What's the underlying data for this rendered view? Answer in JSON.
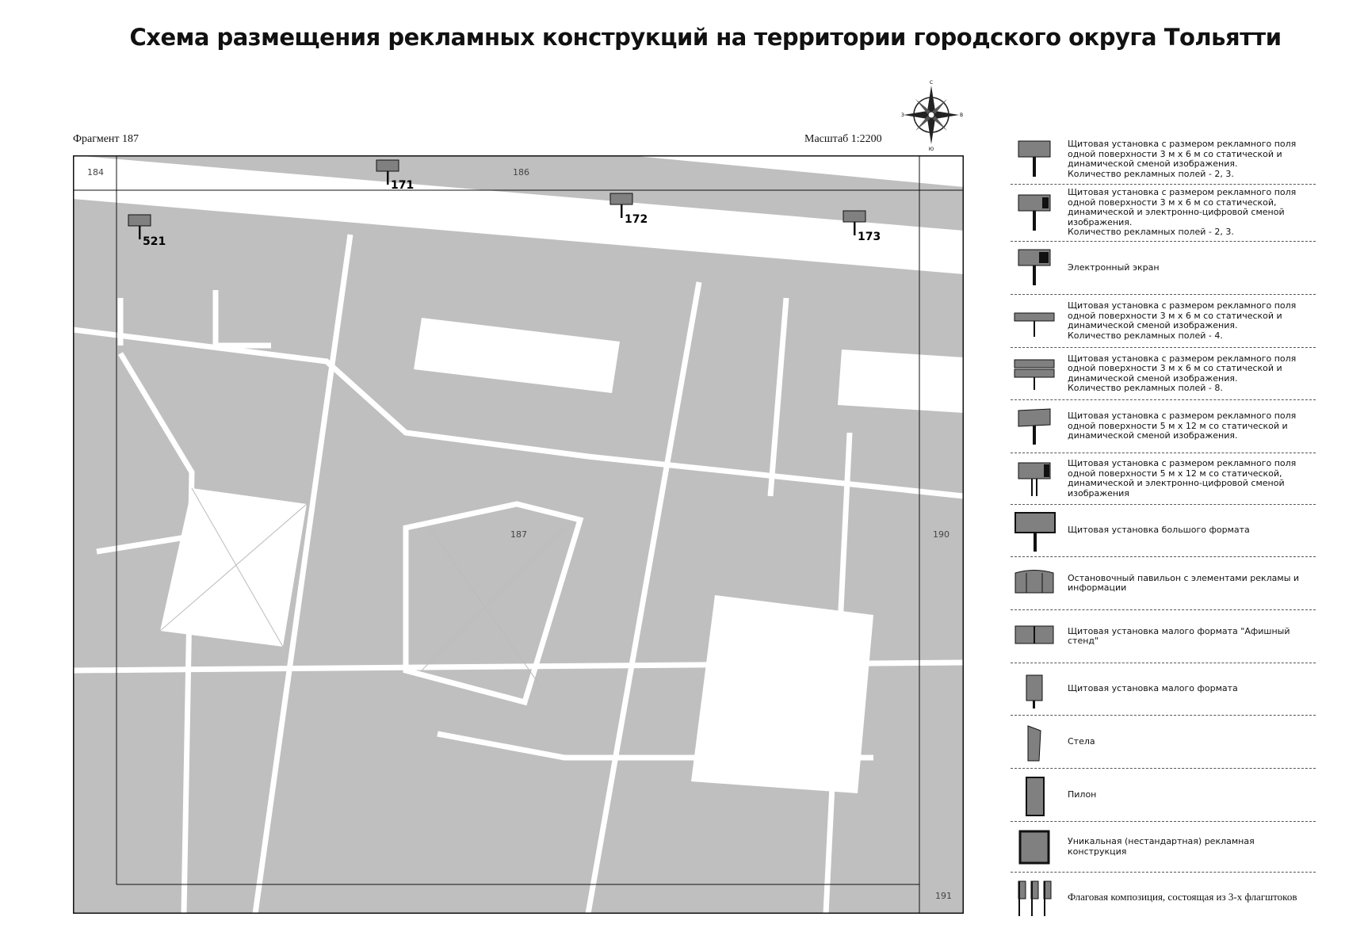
{
  "title": "Схема размещения рекламных конструкций на территории городского округа Тольятти",
  "fragment_label": "Фрагмент 187",
  "scale_label": "Масштаб 1:2200",
  "compass": {
    "n": "С",
    "s": "Ю",
    "w": "З",
    "e": "В"
  },
  "map": {
    "block_labels": [
      "184",
      "186",
      "187",
      "190",
      "191"
    ],
    "markers": [
      "521",
      "171",
      "172",
      "173"
    ],
    "colors": {
      "land": "#bfbfbf",
      "road": "#ffffff",
      "marker": "#808080"
    }
  },
  "legend": [
    {
      "icon": "billboard-static",
      "text": "Щитовая установка с размером рекламного поля одной поверхности 3 м х 6 м со статической и динамической сменой изображения.\nКоличество рекламных полей - 2, 3."
    },
    {
      "icon": "billboard-digital",
      "text": "Щитовая установка с размером рекламного поля одной поверхности 3 м х 6 м со статической, динамической и электронно-цифровой сменой изображения.\nКоличество рекламных полей - 2, 3."
    },
    {
      "icon": "electronic-screen",
      "text": "Электронный экран"
    },
    {
      "icon": "billboard-4",
      "text": "Щитовая установка с размером рекламного поля одной поверхности 3 м х 6 м со статической и динамической сменой изображения.\nКоличество рекламных полей - 4."
    },
    {
      "icon": "billboard-8",
      "text": "Щитовая установка с размером рекламного поля одной поверхности 3 м х 6 м со статической и динамической сменой изображения.\nКоличество рекламных полей - 8."
    },
    {
      "icon": "billboard-5x12",
      "text": "Щитовая установка с размером рекламного поля одной поверхности 5 м х 12 м со статической и динамической сменой изображения."
    },
    {
      "icon": "billboard-5x12-digital",
      "text": "Щитовая установка с размером рекламного поля одной поверхности 5 м х 12 м со статической, динамической и электронно-цифровой сменой изображения"
    },
    {
      "icon": "billboard-large",
      "text": "Щитовая установка большого формата"
    },
    {
      "icon": "bus-stop-pavilion",
      "text": "Остановочный павильон с элементами рекламы и информации"
    },
    {
      "icon": "poster-stand",
      "text": "Щитовая установка малого формата \"Афишный стенд\""
    },
    {
      "icon": "small-billboard",
      "text": "Щитовая установка малого формата"
    },
    {
      "icon": "stele",
      "text": "Стела"
    },
    {
      "icon": "pylon",
      "text": "Пилон"
    },
    {
      "icon": "unique-structure",
      "text": "Уникальная (нестандартная) рекламная конструкция"
    },
    {
      "icon": "flag-composition",
      "text": "Флаговая композиция, состоящая из 3-х флагштоков"
    }
  ]
}
